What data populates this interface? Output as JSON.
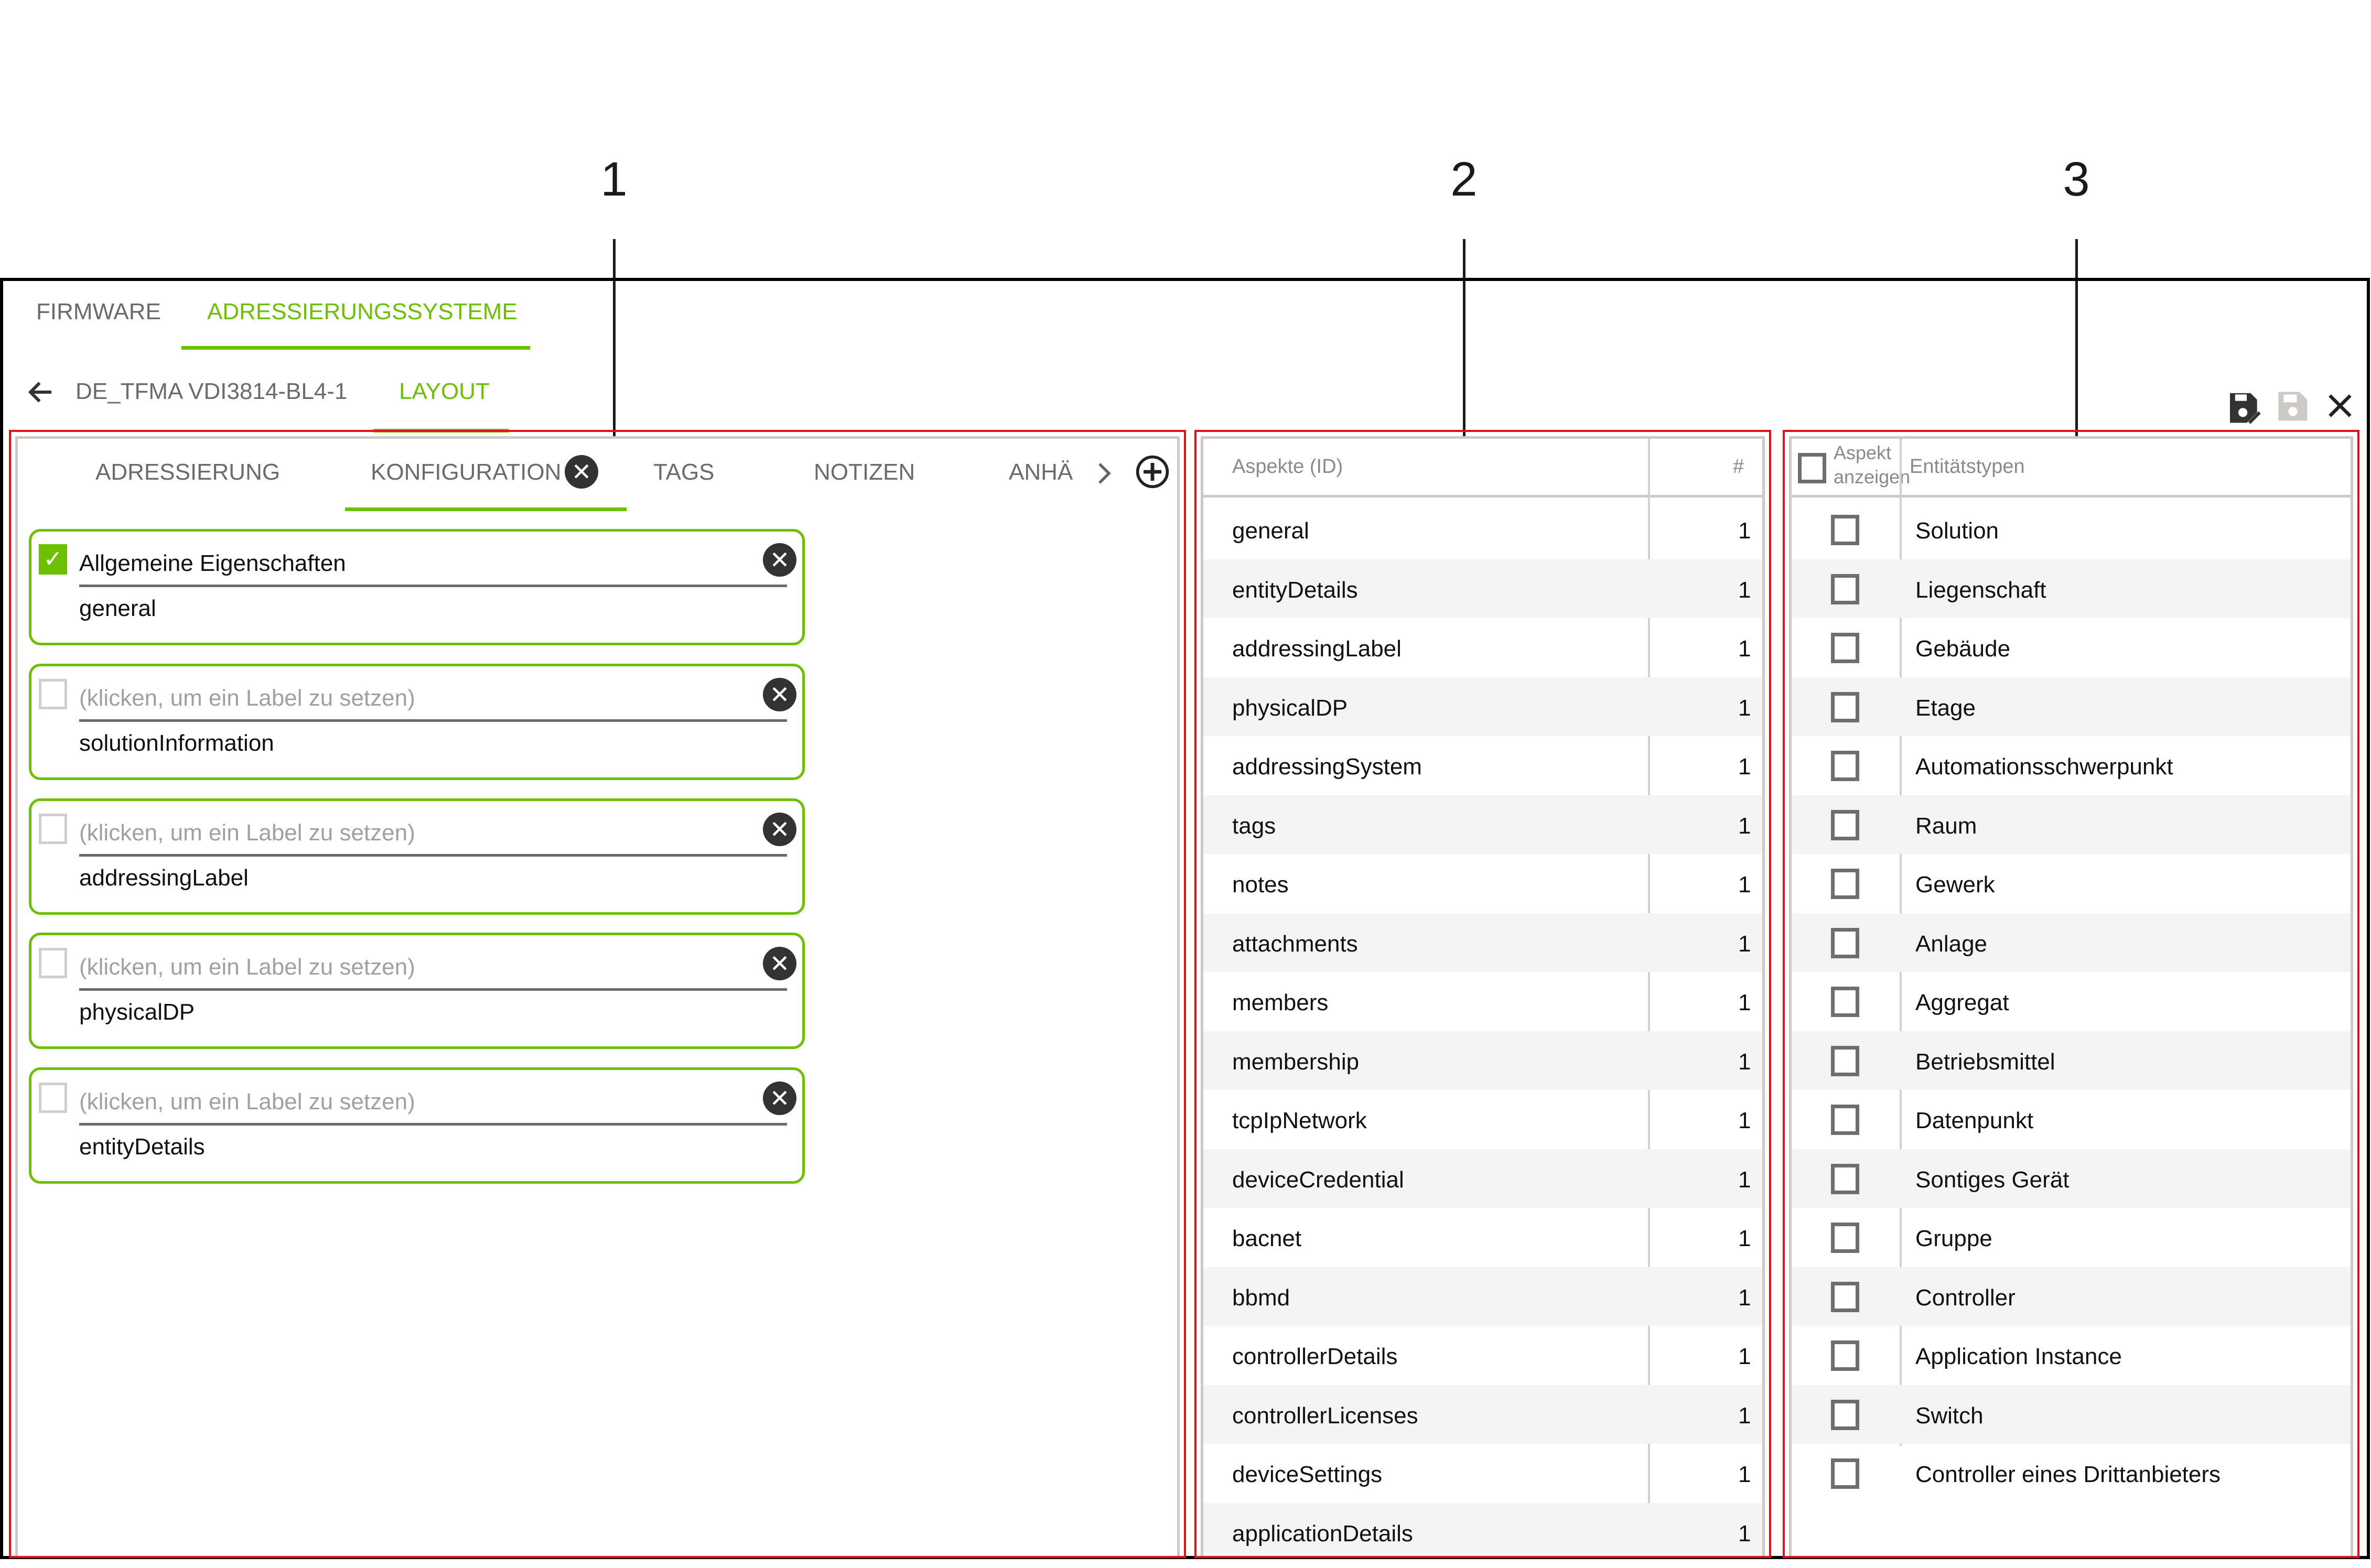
{
  "callouts": [
    "1",
    "2",
    "3"
  ],
  "top_tabs": [
    {
      "label": "FIRMWARE",
      "active": false
    },
    {
      "label": "ADRESSIERUNGSSYSTEME",
      "active": true
    }
  ],
  "subheader": {
    "back_icon": "arrow-left-icon",
    "title": "DE_TFMA VDI3814-BL4-1",
    "layout_tab": "LAYOUT"
  },
  "toolbar": {
    "save_as_icon": "save-edit-icon",
    "save_icon": "save-icon-disabled",
    "close_icon": "close-icon"
  },
  "layout_panel": {
    "tabs": [
      {
        "label": "ADRESSIERUNG",
        "active": false
      },
      {
        "label": "KONFIGURATION",
        "active": true,
        "closable": true
      },
      {
        "label": "TAGS",
        "active": false
      },
      {
        "label": "NOTIZEN",
        "active": false
      },
      {
        "label": "ANHÄ",
        "active": false
      }
    ],
    "scroll_right_icon": "chevron-right-icon",
    "add_tab_icon": "plus-circle-icon",
    "close_glyph": "✕",
    "check_glyph": "✓",
    "cards": [
      {
        "checked": true,
        "label": "Allgemeine Eigenschaften",
        "placeholder": false,
        "aspect": "general"
      },
      {
        "checked": false,
        "label": "(klicken, um ein Label zu setzen)",
        "placeholder": true,
        "aspect": "solutionInformation"
      },
      {
        "checked": false,
        "label": "(klicken, um ein Label zu setzen)",
        "placeholder": true,
        "aspect": "addressingLabel"
      },
      {
        "checked": false,
        "label": "(klicken, um ein Label zu setzen)",
        "placeholder": true,
        "aspect": "physicalDP"
      },
      {
        "checked": false,
        "label": "(klicken, um ein Label zu setzen)",
        "placeholder": true,
        "aspect": "entityDetails"
      }
    ]
  },
  "aspects_table": {
    "columns": [
      "Aspekte (ID)",
      "#"
    ],
    "rows": [
      {
        "id": "general",
        "count": "1"
      },
      {
        "id": "entityDetails",
        "count": "1"
      },
      {
        "id": "addressingLabel",
        "count": "1"
      },
      {
        "id": "physicalDP",
        "count": "1"
      },
      {
        "id": "addressingSystem",
        "count": "1"
      },
      {
        "id": "tags",
        "count": "1"
      },
      {
        "id": "notes",
        "count": "1"
      },
      {
        "id": "attachments",
        "count": "1"
      },
      {
        "id": "members",
        "count": "1"
      },
      {
        "id": "membership",
        "count": "1"
      },
      {
        "id": "tcpIpNetwork",
        "count": "1"
      },
      {
        "id": "deviceCredential",
        "count": "1"
      },
      {
        "id": "bacnet",
        "count": "1"
      },
      {
        "id": "bbmd",
        "count": "1"
      },
      {
        "id": "controllerDetails",
        "count": "1"
      },
      {
        "id": "controllerLicenses",
        "count": "1"
      },
      {
        "id": "deviceSettings",
        "count": "1"
      },
      {
        "id": "applicationDetails",
        "count": "1"
      }
    ]
  },
  "entity_table": {
    "columns": {
      "show_aspect": "Aspekt anzeigen",
      "show_aspect_line1": "Aspekt",
      "show_aspect_line2": "anzeigen",
      "entity_types": "Entitätstypen"
    },
    "rows": [
      {
        "label": "Solution",
        "checked": false
      },
      {
        "label": "Liegenschaft",
        "checked": false
      },
      {
        "label": "Gebäude",
        "checked": false
      },
      {
        "label": "Etage",
        "checked": false
      },
      {
        "label": "Automationsschwerpunkt",
        "checked": false
      },
      {
        "label": "Raum",
        "checked": false
      },
      {
        "label": "Gewerk",
        "checked": false
      },
      {
        "label": "Anlage",
        "checked": false
      },
      {
        "label": "Aggregat",
        "checked": false
      },
      {
        "label": "Betriebsmittel",
        "checked": false
      },
      {
        "label": "Datenpunkt",
        "checked": false
      },
      {
        "label": "Sontiges Gerät",
        "checked": false
      },
      {
        "label": "Gruppe",
        "checked": false
      },
      {
        "label": "Controller",
        "checked": false
      },
      {
        "label": "Application Instance",
        "checked": false
      },
      {
        "label": "Switch",
        "checked": false
      },
      {
        "label": "Controller eines Drittanbieters",
        "checked": false
      }
    ]
  },
  "colors": {
    "accent_green": "#6cc000",
    "annotation_red": "#e2121c",
    "row_alt": "#f4f4f4",
    "icon_dark": "#333333",
    "icon_disabled": "#cdc9c5"
  }
}
